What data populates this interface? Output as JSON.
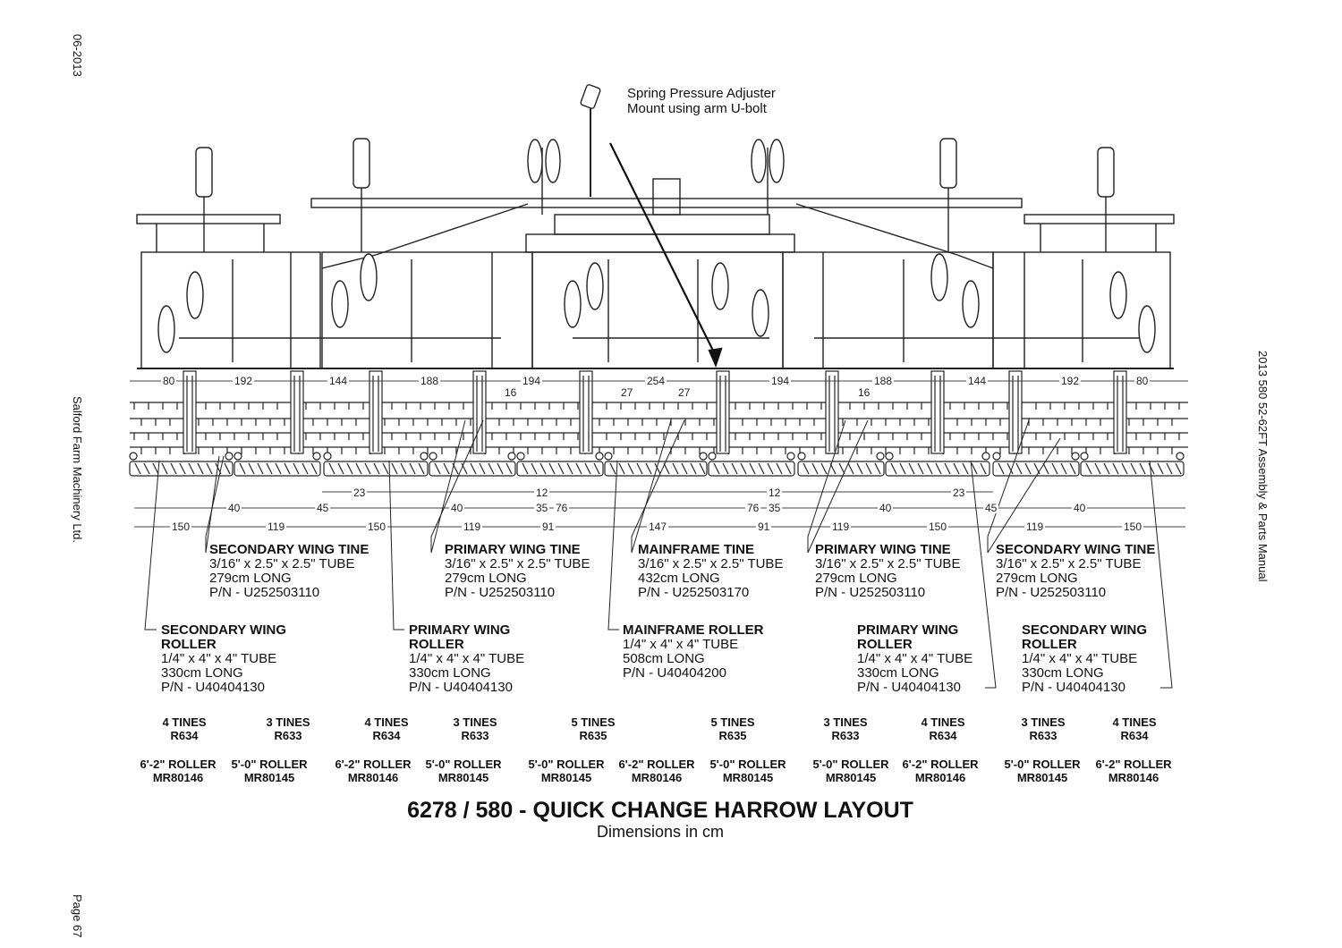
{
  "doc": {
    "date": "06-2013",
    "company": "Salford Farm Machinery Ltd.",
    "page": "Page 67",
    "manual": "2013 580 52-62FT Assembly & Parts Manual",
    "title": "6278 / 580 - QUICK CHANGE HARROW LAYOUT",
    "subtitle": "Dimensions in cm"
  },
  "spring_note": {
    "line1": "Spring Pressure Adjuster",
    "line2": "Mount using arm U-bolt"
  },
  "top_dims": [
    "80",
    "192",
    "144",
    "188",
    "194",
    "254",
    "194",
    "188",
    "144",
    "192",
    "80"
  ],
  "mid_dims": {
    "d16a": "16",
    "d27a": "27",
    "d27b": "27",
    "d16b": "16"
  },
  "low_dims": {
    "d23a": "23",
    "d12a": "12",
    "d12b": "12",
    "d23b": "23",
    "d40a": "40",
    "d45a": "45",
    "d40b": "40",
    "d35a": "35",
    "d76a": "76",
    "d76b": "76",
    "d35b": "35",
    "d40c": "40",
    "d45b": "45",
    "d40d": "40",
    "d150a": "150",
    "d119a": "119",
    "d150b": "150",
    "d119b": "119",
    "d91a": "91",
    "d147": "147",
    "d91b": "91",
    "d119c": "119",
    "d150c": "150",
    "d119d": "119",
    "d150d": "150"
  },
  "tine_callouts": [
    {
      "title": "SECONDARY WING TINE",
      "l1": "3/16\" x 2.5\" x 2.5\" TUBE",
      "l2": "279cm LONG",
      "l3": "P/N - U252503110"
    },
    {
      "title": "PRIMARY WING TINE",
      "l1": "3/16\" x 2.5\" x 2.5\" TUBE",
      "l2": "279cm LONG",
      "l3": "P/N - U252503110"
    },
    {
      "title": "MAINFRAME TINE",
      "l1": "3/16\" x 2.5\" x 2.5\" TUBE",
      "l2": "432cm LONG",
      "l3": "P/N - U252503170"
    },
    {
      "title": "PRIMARY WING TINE",
      "l1": "3/16\" x 2.5\" x 2.5\" TUBE",
      "l2": "279cm LONG",
      "l3": "P/N - U252503110"
    },
    {
      "title": "SECONDARY WING TINE",
      "l1": "3/16\" x 2.5\" x 2.5\" TUBE",
      "l2": "279cm LONG",
      "l3": "P/N - U252503110"
    }
  ],
  "roller_callouts": [
    {
      "t1": "SECONDARY WING",
      "t2": "ROLLER",
      "l1": "1/4\" x 4\" x 4\" TUBE",
      "l2": "330cm LONG",
      "l3": "P/N - U40404130"
    },
    {
      "t1": "PRIMARY WING",
      "t2": "ROLLER",
      "l1": "1/4\" x 4\" x 4\" TUBE",
      "l2": "330cm LONG",
      "l3": "P/N - U40404130"
    },
    {
      "t1": "MAINFRAME ROLLER",
      "t2": "",
      "l1": "1/4\" x 4\" x 4\" TUBE",
      "l2": "508cm LONG",
      "l3": "P/N - U40404200"
    },
    {
      "t1": "PRIMARY WING",
      "t2": "ROLLER",
      "l1": "1/4\" x 4\" x 4\" TUBE",
      "l2": "330cm LONG",
      "l3": "P/N - U40404130"
    },
    {
      "t1": "SECONDARY WING",
      "t2": "ROLLER",
      "l1": "1/4\" x 4\" x 4\" TUBE",
      "l2": "330cm LONG",
      "l3": "P/N - U40404130"
    }
  ],
  "tine_sections": [
    {
      "count": "4 TINES",
      "code": "R634"
    },
    {
      "count": "3 TINES",
      "code": "R633"
    },
    {
      "count": "4 TINES",
      "code": "R634"
    },
    {
      "count": "3 TINES",
      "code": "R633"
    },
    {
      "count": "5 TINES",
      "code": "R635"
    },
    {
      "count": "5 TINES",
      "code": "R635"
    },
    {
      "count": "3 TINES",
      "code": "R633"
    },
    {
      "count": "4 TINES",
      "code": "R634"
    },
    {
      "count": "3 TINES",
      "code": "R633"
    },
    {
      "count": "4 TINES",
      "code": "R634"
    }
  ],
  "roller_sections": [
    {
      "size": "6'-2\" ROLLER",
      "code": "MR80146"
    },
    {
      "size": "5'-0\" ROLLER",
      "code": "MR80145"
    },
    {
      "size": "6'-2\" ROLLER",
      "code": "MR80146"
    },
    {
      "size": "5'-0\" ROLLER",
      "code": "MR80145"
    },
    {
      "size": "5'-0\" ROLLER",
      "code": "MR80145"
    },
    {
      "size": "6'-2\" ROLLER",
      "code": "MR80146"
    },
    {
      "size": "5'-0\" ROLLER",
      "code": "MR80145"
    },
    {
      "size": "5'-0\" ROLLER",
      "code": "MR80145"
    },
    {
      "size": "6'-2\" ROLLER",
      "code": "MR80146"
    },
    {
      "size": "5'-0\" ROLLER",
      "code": "MR80145"
    },
    {
      "size": "6'-2\" ROLLER",
      "code": "MR80146"
    }
  ]
}
